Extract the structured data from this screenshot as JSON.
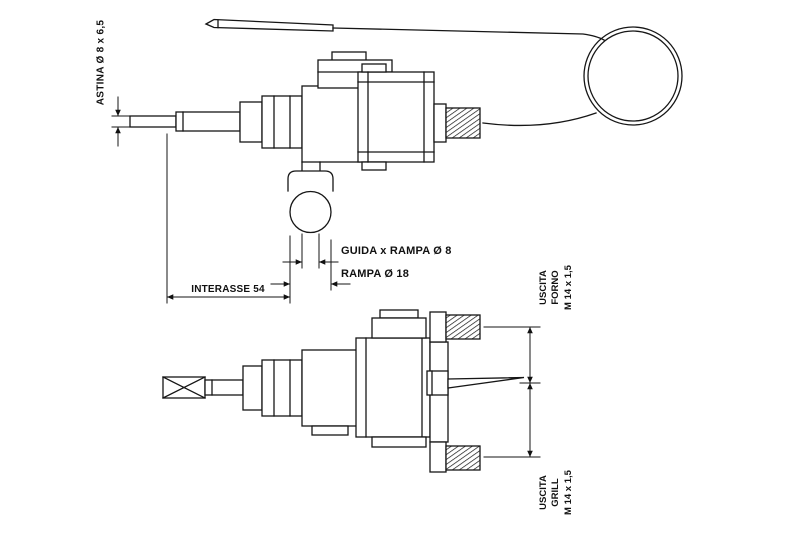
{
  "figure": {
    "background": "#ffffff",
    "ink": "#161616",
    "type": "technical-drawing",
    "subject": "gas thermostat valve with capillary coil, two orthographic views with dimensions"
  },
  "labels": {
    "astina": "ASTINA Ø 8 x 6,5",
    "guida_rampa": "GUIDA x RAMPA Ø 8",
    "rampa": "RAMPA Ø 18",
    "interasse": "INTERASSE 54",
    "uscita_forno": [
      "USCITA",
      "FORNO",
      "M 14 x 1,5"
    ],
    "uscita_grill": [
      "USCITA",
      "GRILL",
      "M 14 x 1,5"
    ]
  }
}
